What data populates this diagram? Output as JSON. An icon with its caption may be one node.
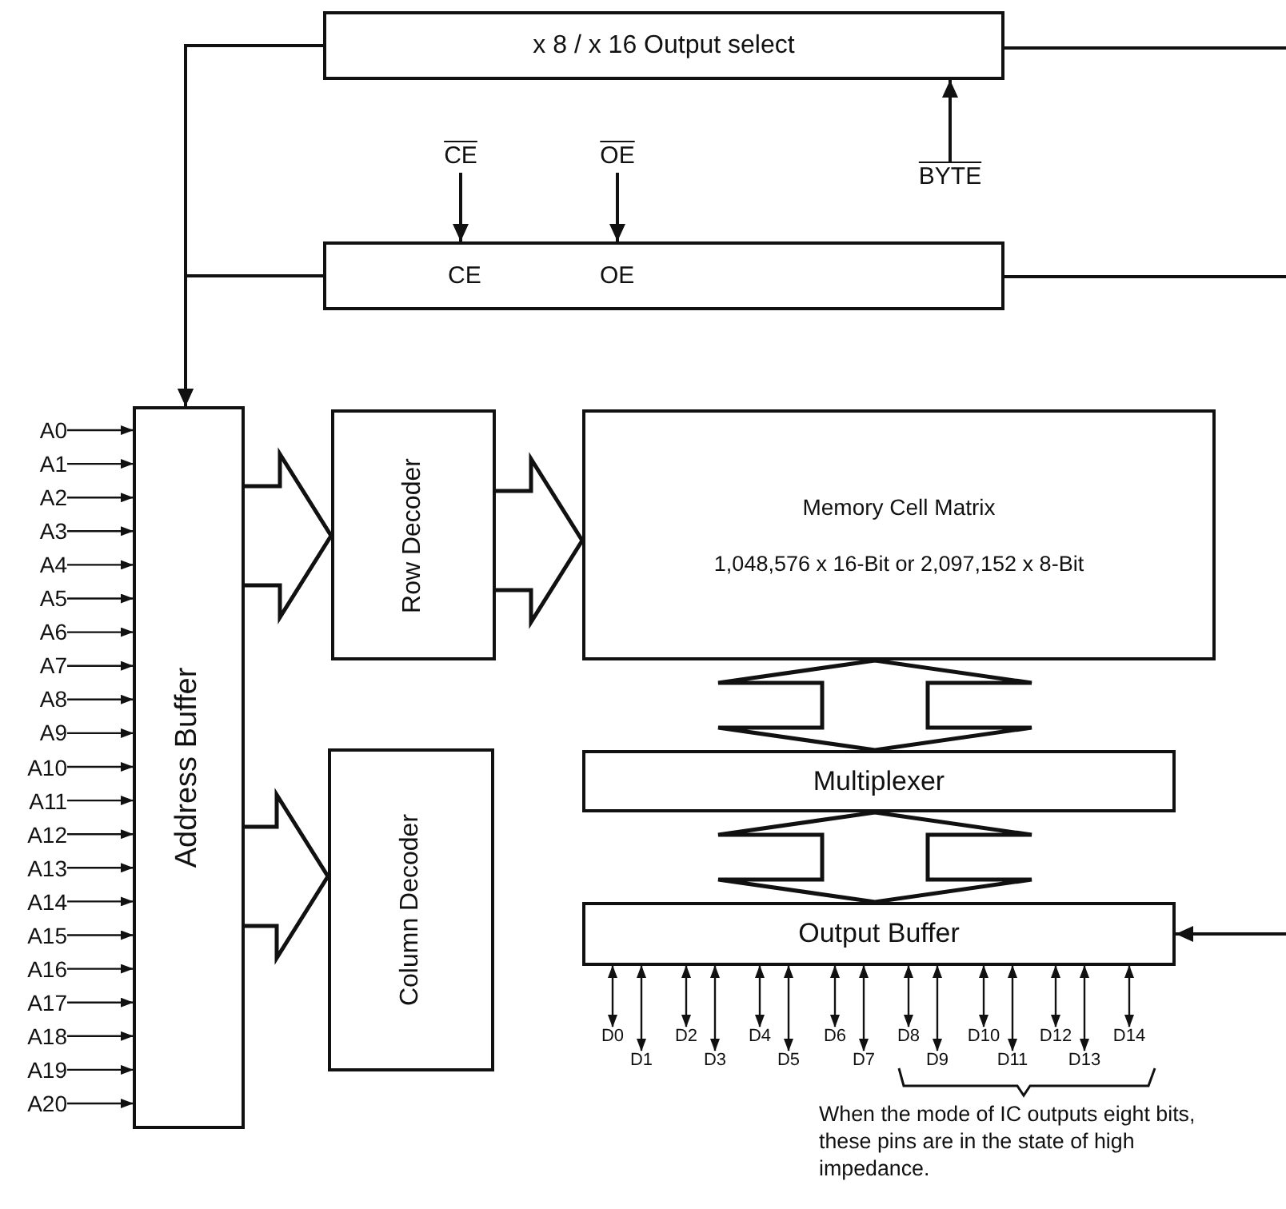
{
  "diagram": {
    "nodes": [
      {
        "text": [
          "x 8 / x 16 Output select"
        ]
      },
      {
        "text": [
          "CE",
          "OE"
        ]
      },
      {
        "text": [
          "Address Buffer"
        ]
      },
      {
        "text": [
          "Row Decoder"
        ]
      },
      {
        "text": [
          "Column Decoder"
        ]
      },
      {
        "text": [
          "Memory Cell Matrix",
          "1,048,576 x 16-Bit or 2,097,152 x 8-Bit"
        ]
      },
      {
        "text": [
          "Multiplexer"
        ]
      },
      {
        "text": [
          "Output Buffer"
        ]
      },
      {
        "text": [
          "A0"
        ]
      },
      {
        "text": [
          "A1"
        ]
      },
      {
        "text": [
          "A2"
        ]
      },
      {
        "text": [
          "A3"
        ]
      },
      {
        "text": [
          "A4"
        ]
      },
      {
        "text": [
          "A5"
        ]
      },
      {
        "text": [
          "A6"
        ]
      },
      {
        "text": [
          "A7"
        ]
      },
      {
        "text": [
          "A8"
        ]
      },
      {
        "text": [
          "A9"
        ]
      },
      {
        "text": [
          "A10"
        ]
      },
      {
        "text": [
          "A11"
        ]
      },
      {
        "text": [
          "A12"
        ]
      },
      {
        "text": [
          "A13"
        ]
      },
      {
        "text": [
          "A14"
        ]
      },
      {
        "text": [
          "A15"
        ]
      },
      {
        "text": [
          "A16"
        ]
      },
      {
        "text": [
          "A17"
        ]
      },
      {
        "text": [
          "A18"
        ]
      },
      {
        "text": [
          "A19"
        ]
      },
      {
        "text": [
          "A20"
        ]
      },
      {
        "text": [
          "CE"
        ]
      },
      {
        "text": [
          "OE"
        ]
      },
      {
        "text": [
          "BYTE"
        ]
      },
      {
        "text": [
          "D0"
        ]
      },
      {
        "text": [
          "D1"
        ]
      },
      {
        "text": [
          "D2"
        ]
      },
      {
        "text": [
          "D3"
        ]
      },
      {
        "text": [
          "D4"
        ]
      },
      {
        "text": [
          "D5"
        ]
      },
      {
        "text": [
          "D6"
        ]
      },
      {
        "text": [
          "D7"
        ]
      },
      {
        "text": [
          "D8"
        ]
      },
      {
        "text": [
          "D9"
        ]
      },
      {
        "text": [
          "D10"
        ]
      },
      {
        "text": [
          "D11"
        ]
      },
      {
        "text": [
          "D12"
        ]
      },
      {
        "text": [
          "D13"
        ]
      },
      {
        "text": [
          "D14"
        ]
      }
    ],
    "edges": [
      {
        "from": 0,
        "to": 2,
        "arrow": "to"
      },
      {
        "from": 1,
        "to": 2,
        "arrow": "to"
      },
      {
        "from": 0,
        "to": null,
        "arrow": "none"
      },
      {
        "from": 1,
        "to": null,
        "arrow": "none"
      },
      {
        "from": null,
        "to": 7,
        "arrow": "to"
      },
      {
        "from": 29,
        "to": 1,
        "arrow": "to"
      },
      {
        "from": 30,
        "to": 1,
        "arrow": "to"
      },
      {
        "from": 31,
        "to": 0,
        "arrow": "to"
      },
      {
        "from": 8,
        "to": 2,
        "arrow": "to"
      },
      {
        "from": 9,
        "to": 2,
        "arrow": "to"
      },
      {
        "from": 10,
        "to": 2,
        "arrow": "to"
      },
      {
        "from": 11,
        "to": 2,
        "arrow": "to"
      },
      {
        "from": 12,
        "to": 2,
        "arrow": "to"
      },
      {
        "from": 13,
        "to": 2,
        "arrow": "to"
      },
      {
        "from": 14,
        "to": 2,
        "arrow": "to"
      },
      {
        "from": 15,
        "to": 2,
        "arrow": "to"
      },
      {
        "from": 16,
        "to": 2,
        "arrow": "to"
      },
      {
        "from": 17,
        "to": 2,
        "arrow": "to"
      },
      {
        "from": 18,
        "to": 2,
        "arrow": "to"
      },
      {
        "from": 19,
        "to": 2,
        "arrow": "to"
      },
      {
        "from": 20,
        "to": 2,
        "arrow": "to"
      },
      {
        "from": 21,
        "to": 2,
        "arrow": "to"
      },
      {
        "from": 22,
        "to": 2,
        "arrow": "to"
      },
      {
        "from": 23,
        "to": 2,
        "arrow": "to"
      },
      {
        "from": 24,
        "to": 2,
        "arrow": "to"
      },
      {
        "from": 25,
        "to": 2,
        "arrow": "to"
      },
      {
        "from": 26,
        "to": 2,
        "arrow": "to"
      },
      {
        "from": 27,
        "to": 2,
        "arrow": "to"
      },
      {
        "from": 28,
        "to": 2,
        "arrow": "to"
      },
      {
        "from": 2,
        "to": 3,
        "arrow": "to",
        "style": "thick"
      },
      {
        "from": 2,
        "to": 4,
        "arrow": "to",
        "style": "thick"
      },
      {
        "from": 3,
        "to": 5,
        "arrow": "to",
        "style": "thick"
      },
      {
        "from": 5,
        "to": 6,
        "arrow": "both",
        "style": "thick"
      },
      {
        "from": 6,
        "to": 7,
        "arrow": "both",
        "style": "thick"
      },
      {
        "from": 7,
        "to": 32,
        "arrow": "both"
      },
      {
        "from": 7,
        "to": 33,
        "arrow": "both"
      },
      {
        "from": 7,
        "to": 34,
        "arrow": "both"
      },
      {
        "from": 7,
        "to": 35,
        "arrow": "both"
      },
      {
        "from": 7,
        "to": 36,
        "arrow": "both"
      },
      {
        "from": 7,
        "to": 37,
        "arrow": "both"
      },
      {
        "from": 7,
        "to": 38,
        "arrow": "both"
      },
      {
        "from": 7,
        "to": 39,
        "arrow": "both"
      },
      {
        "from": 7,
        "to": 40,
        "arrow": "both"
      },
      {
        "from": 7,
        "to": 41,
        "arrow": "both"
      },
      {
        "from": 7,
        "to": 42,
        "arrow": "both"
      },
      {
        "from": 7,
        "to": 43,
        "arrow": "both"
      },
      {
        "from": 7,
        "to": 44,
        "arrow": "both"
      },
      {
        "from": 7,
        "to": 45,
        "arrow": "both"
      },
      {
        "from": 7,
        "to": 46,
        "arrow": "both"
      }
    ],
    "labels": [
      "When the mode of IC outputs eight bits, these pins are in the state of high impedance."
    ]
  }
}
